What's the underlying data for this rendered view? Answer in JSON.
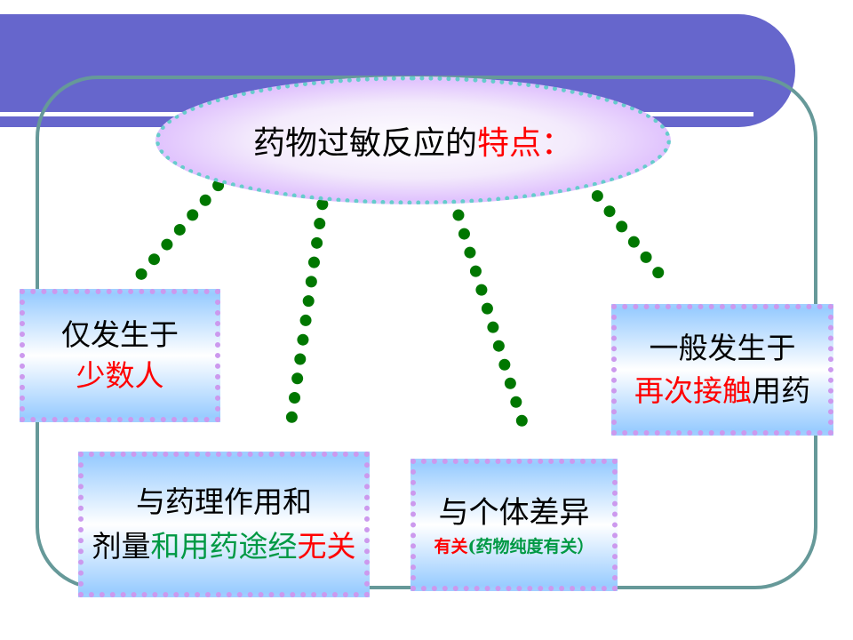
{
  "title": {
    "main": "药物过敏反应的",
    "highlight": "特点："
  },
  "boxes": {
    "few_people": {
      "line1": "仅发生于",
      "line2": "少数人"
    },
    "dose": {
      "line1": "与药理作用和",
      "line2_a": "剂量",
      "line2_b": "和用药途经",
      "line2_c": "无关"
    },
    "individual": {
      "line1": "与个体差异",
      "line2_a": "有关",
      "line2_b": "(药物纯度有关）"
    },
    "reexposure": {
      "line1": "一般发生于",
      "line2_a": "再次接触",
      "line2_b": "用药"
    }
  },
  "colors": {
    "banner": "#6666cc",
    "frame": "#669999",
    "dots": "#007700",
    "accent_red": "#ff0000",
    "accent_green": "#009944"
  }
}
